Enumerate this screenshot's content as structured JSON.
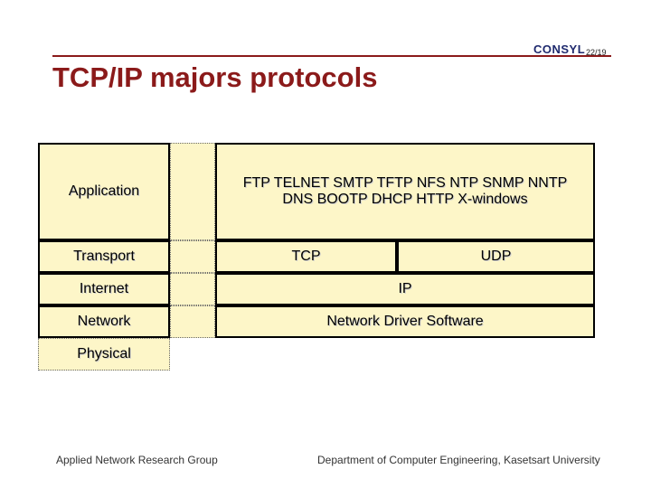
{
  "header": {
    "logo_text": "CONSYL",
    "page_number": "22/19",
    "title": "TCP/IP majors protocols"
  },
  "layers": {
    "application": "Application",
    "transport": "Transport",
    "internet": "Internet",
    "network": "Network",
    "physical": "Physical"
  },
  "protocols": {
    "application_line1": "FTP TELNET SMTP TFTP NFS NTP SNMP NNTP",
    "application_line2": "DNS BOOTP DHCP HTTP X-windows",
    "tcp": "TCP",
    "udp": "UDP",
    "ip": "IP",
    "network_driver": "Network Driver Software"
  },
  "footer": {
    "left": "Applied Network Research Group",
    "right": "Department of Computer Engineering, Kasetsart University"
  },
  "colors": {
    "title": "#8b1a1a",
    "box_fill": "#fdf6c8",
    "logo": "#1f2a6e"
  }
}
